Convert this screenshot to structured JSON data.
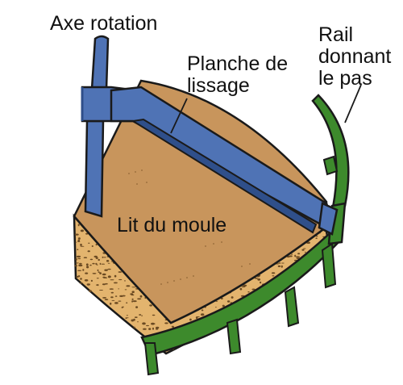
{
  "labels": {
    "axis": "Axe rotation",
    "board": [
      "Planche de",
      "lissage"
    ],
    "rail": [
      "Rail",
      "donnant",
      "le pas"
    ],
    "bed": "Lit du moule"
  },
  "colors": {
    "sand": "#c8955c",
    "sand_shadow": "#b07d45",
    "side_fill": "#e3b46e",
    "speckle": "#6b4a22",
    "axis_blue": "#4f73b5",
    "axis_blue_dark": "#2f4f8a",
    "rail_green": "#3d8a2c",
    "rail_green_dark": "#1f5a17",
    "outline": "#1a1a1a"
  }
}
